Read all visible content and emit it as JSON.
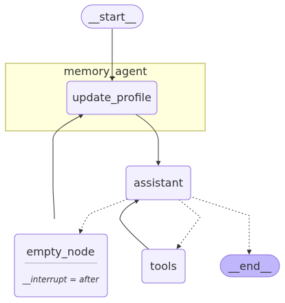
{
  "diagram": {
    "cluster_label": "memory_agent",
    "nodes": {
      "start": "__start__",
      "update_profile": "update_profile",
      "assistant": "assistant",
      "empty_node": "empty_node",
      "empty_node_note": "__interrupt = after",
      "tools": "tools",
      "end": "__end__"
    },
    "edges": [
      {
        "from": "__start__",
        "to": "update_profile",
        "style": "solid"
      },
      {
        "from": "update_profile",
        "to": "assistant",
        "style": "solid"
      },
      {
        "from": "empty_node",
        "to": "update_profile",
        "style": "solid"
      },
      {
        "from": "tools",
        "to": "assistant",
        "style": "solid"
      },
      {
        "from": "assistant",
        "to": "empty_node",
        "style": "dotted"
      },
      {
        "from": "assistant",
        "to": "tools",
        "style": "dotted"
      },
      {
        "from": "assistant",
        "to": "__end__",
        "style": "dotted"
      }
    ],
    "colors": {
      "node_fill": "#f2f0ff",
      "node_stroke": "#9370db",
      "end_fill": "#bfb6fc",
      "cluster_fill": "#ffffde",
      "cluster_stroke": "#aaaa33",
      "edge": "#333333"
    }
  }
}
